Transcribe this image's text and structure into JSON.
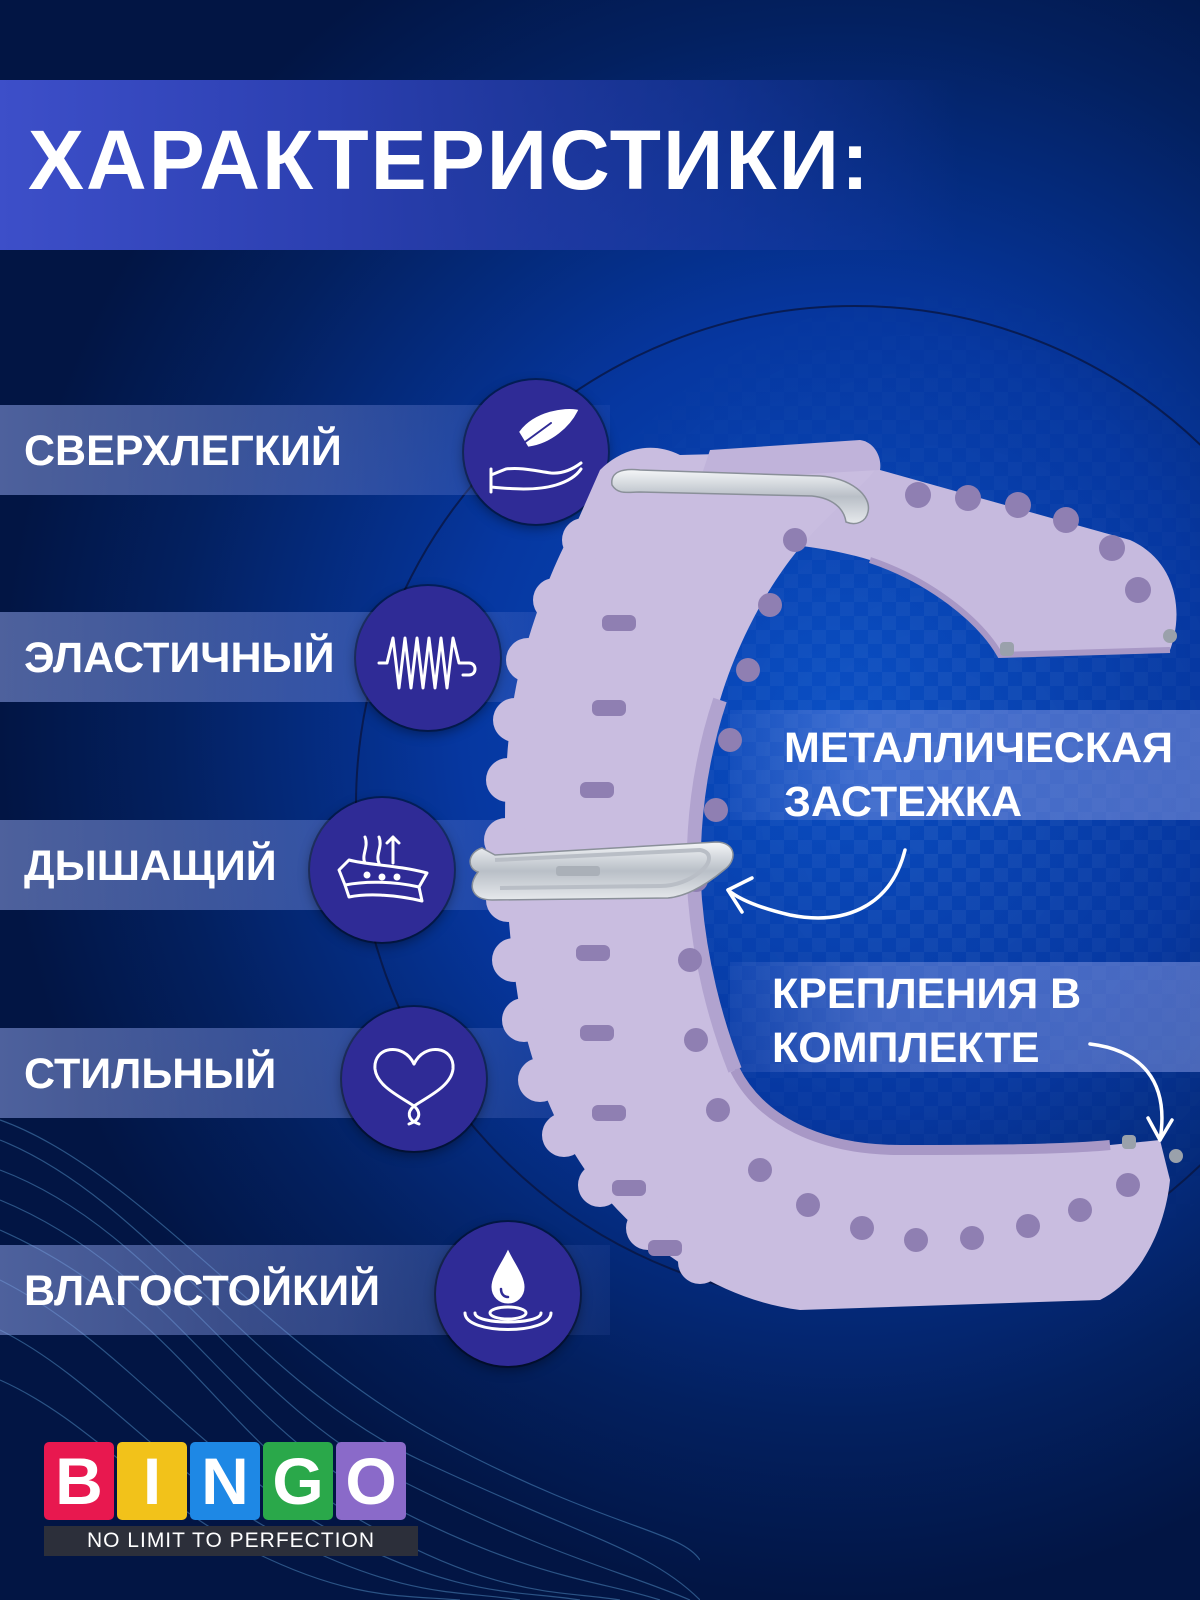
{
  "title": "ХАРАКТЕРИСТИКИ:",
  "features": [
    {
      "label": "СВЕРХЛЕГКИЙ",
      "icon": "feather-hand-icon"
    },
    {
      "label": "ЭЛАСТИЧНЫЙ",
      "icon": "spring-icon"
    },
    {
      "label": "ДЫШАЩИЙ",
      "icon": "breathable-fabric-icon"
    },
    {
      "label": "СТИЛЬНЫЙ",
      "icon": "heart-icon"
    },
    {
      "label": "ВЛАГОСТОЙКИЙ",
      "icon": "water-drop-icon"
    }
  ],
  "callouts": {
    "clasp": {
      "line1": "МЕТАЛЛИЧЕСКАЯ",
      "line2": "ЗАСТЕЖКА"
    },
    "mounts": {
      "line1": "КРЕПЛЕНИЯ В",
      "line2": "КОМПЛЕКТЕ"
    }
  },
  "brand": {
    "letters": [
      {
        "char": "B",
        "color": "#e8184f"
      },
      {
        "char": "I",
        "color": "#f2c21a"
      },
      {
        "char": "N",
        "color": "#1e88e5"
      },
      {
        "char": "G",
        "color": "#2aa84a"
      },
      {
        "char": "O",
        "color": "#8a6ac9"
      }
    ],
    "tagline": "NO LIMIT TO PERFECTION"
  },
  "colors": {
    "band": "#c9bde0",
    "band_shadow": "#9e8fbf",
    "circle": "#2f2b96",
    "buckle": "#d7dbe0"
  }
}
